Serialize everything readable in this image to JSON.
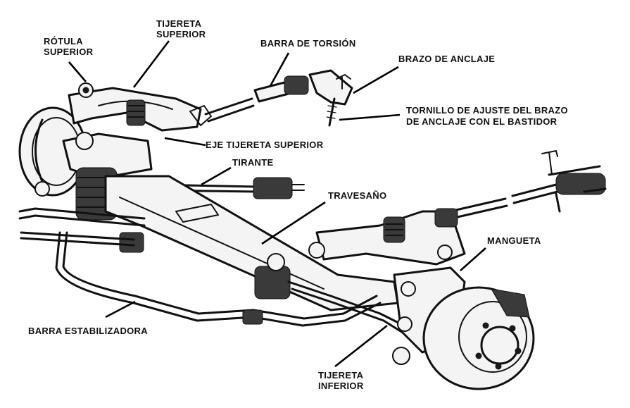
{
  "labels": {
    "rotula_superior": [
      "RÓTULA",
      "SUPERIOR"
    ],
    "tijereta_superior": [
      "TIJERETA",
      "SUPERIOR"
    ],
    "barra_torsion": "BARRA DE TORSIÓN",
    "brazo_anclaje": "BRAZO DE ANCLAJE",
    "tornillo_ajuste": [
      "TORNILLO DE AJUSTE DEL BRAZO",
      "DE ANCLAJE CON EL BASTIDOR"
    ],
    "eje_tijereta_superior": "EJE TIJERETA SUPERIOR",
    "tirante": "TIRANTE",
    "travesano": "TRAVESAÑO",
    "mangueta": "MANGUETA",
    "barra_estabilizadora": "BARRA ESTABILIZADORA",
    "tijereta_inferior": [
      "TIJERETA",
      "INFERIOR"
    ]
  }
}
